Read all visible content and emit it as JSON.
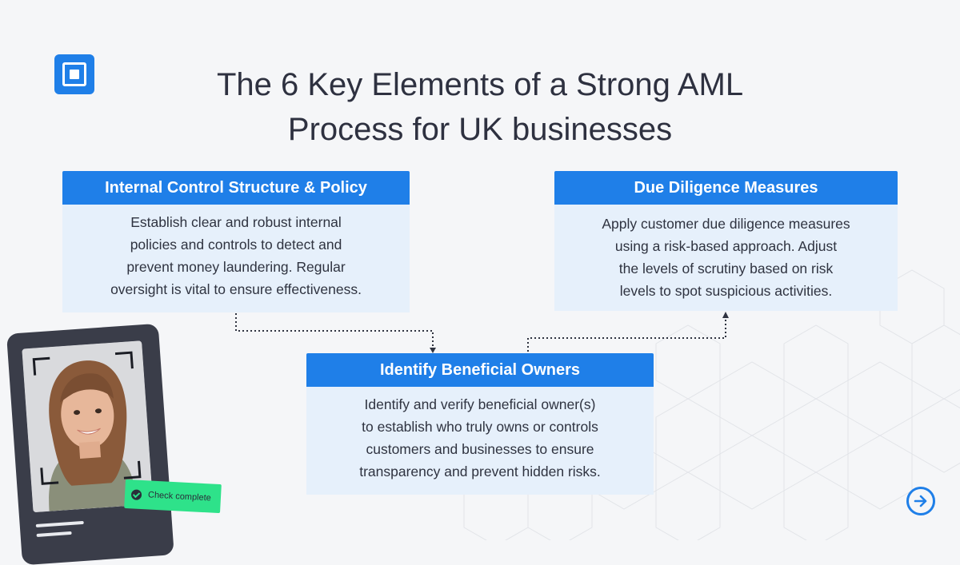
{
  "title": {
    "line1": "The 6 Key Elements of a Strong AML",
    "line2": "Process for UK businesses"
  },
  "cards": [
    {
      "heading": "Internal Control Structure & Policy",
      "lines": [
        "Establish clear and robust internal",
        "policies and controls to detect and",
        "prevent money laundering. Regular",
        "oversight is vital to ensure effectiveness."
      ]
    },
    {
      "heading": "Due Diligence Measures",
      "lines": [
        "Apply customer due diligence measures",
        "using a risk-based approach. Adjust",
        "the levels of scrutiny based on risk",
        "levels to spot suspicious activities."
      ]
    },
    {
      "heading": "Identify Beneficial Owners",
      "lines": [
        "Identify and verify beneficial owner(s)",
        "to establish who truly owns or controls",
        "customers and businesses to ensure",
        "transparency and prevent hidden risks."
      ]
    }
  ],
  "badge": {
    "label": "Check complete"
  },
  "icons": {
    "logo": "square-logo-icon",
    "next": "arrow-right-circle-icon",
    "check": "check-circle-icon"
  },
  "colors": {
    "accent": "#1f7fe8",
    "card_body": "#e6f0fb",
    "badge": "#2ee28a",
    "text": "#2f3340"
  }
}
